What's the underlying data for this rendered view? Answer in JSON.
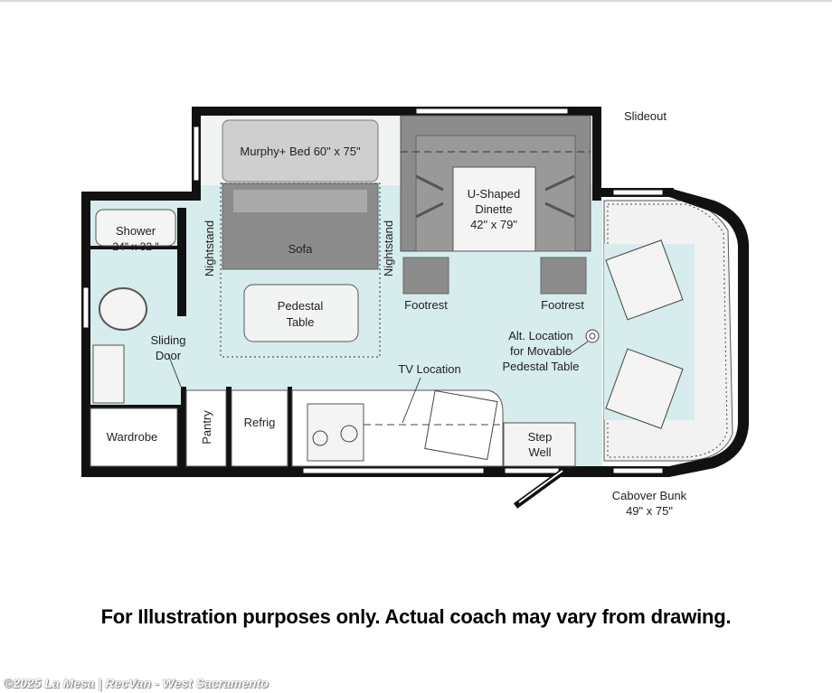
{
  "floorplan": {
    "labels": {
      "slideout": "Slideout",
      "murphy_bed": "Murphy+ Bed 60\" x 75\"",
      "sofa": "Sofa",
      "nightstand_left": "Nightstand",
      "nightstand_right": "Nightstand",
      "pedestal_table": [
        "Pedestal",
        "Table"
      ],
      "dinette": [
        "U-Shaped",
        "Dinette",
        "42\" x 79\""
      ],
      "footrest_left": "Footrest",
      "footrest_right": "Footrest",
      "shower": [
        "Shower",
        "24\" x 32 \""
      ],
      "sliding_door": [
        "Sliding",
        "Door"
      ],
      "tv_location": "TV Location",
      "alt_location": [
        "Alt. Location",
        "for Movable",
        "Pedestal Table"
      ],
      "wardrobe": "Wardrobe",
      "pantry": "Pantry",
      "refrig": "Refrig",
      "step_well": [
        "Step",
        "Well"
      ],
      "cabover_bunk": [
        "Cabover Bunk",
        "49\" x 75\""
      ]
    },
    "colors": {
      "floor": "#d7ecec",
      "wall": "#111111",
      "furniture_light": "#cfcfcf",
      "furniture_dark": "#8c8c8c"
    }
  },
  "caption": "For Illustration purposes only.  Actual coach may vary from drawing.",
  "watermark": "©2025 La Mesa | RecVan - West Sacramento"
}
